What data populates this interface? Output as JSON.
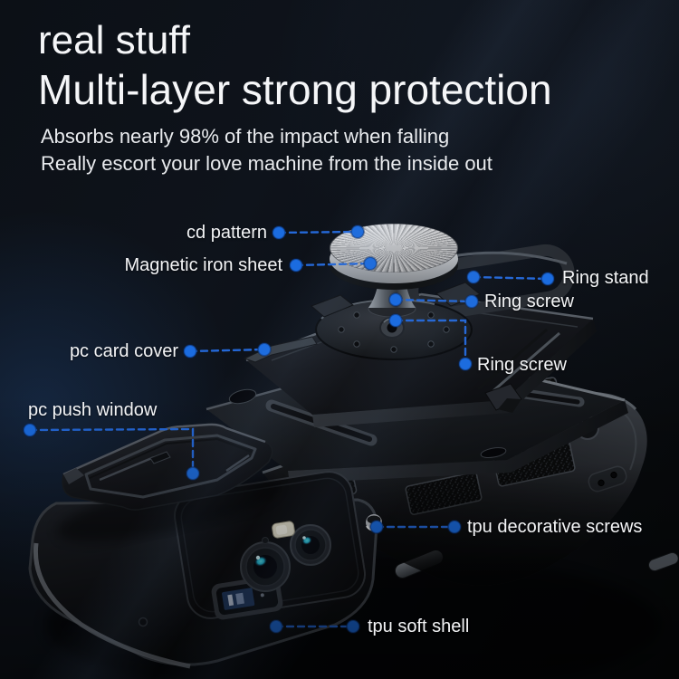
{
  "header": {
    "title_line1": "real stuff",
    "title_line2": "Multi-layer strong protection",
    "subtitle_line1": "Absorbs nearly 98% of the impact when falling",
    "subtitle_line2": "Really escort your love machine from the inside out"
  },
  "callouts": [
    {
      "id": "cd-pattern",
      "label": "cd pattern"
    },
    {
      "id": "magnetic-iron-sheet",
      "label": "Magnetic iron sheet"
    },
    {
      "id": "ring-stand",
      "label": "Ring stand"
    },
    {
      "id": "ring-screw-top",
      "label": "Ring screw"
    },
    {
      "id": "ring-screw-bottom",
      "label": "Ring screw"
    },
    {
      "id": "pc-card-cover",
      "label": "pc card cover"
    },
    {
      "id": "pc-push-window",
      "label": "pc push window"
    },
    {
      "id": "tpu-decorative-screws",
      "label": "tpu decorative screws"
    },
    {
      "id": "tpu-soft-shell",
      "label": "tpu soft shell"
    }
  ],
  "colors": {
    "accent_blue": "#1b6ce0",
    "dash_blue": "#2468d8",
    "text_white": "#f3f4f6",
    "background": "#0c1016"
  }
}
